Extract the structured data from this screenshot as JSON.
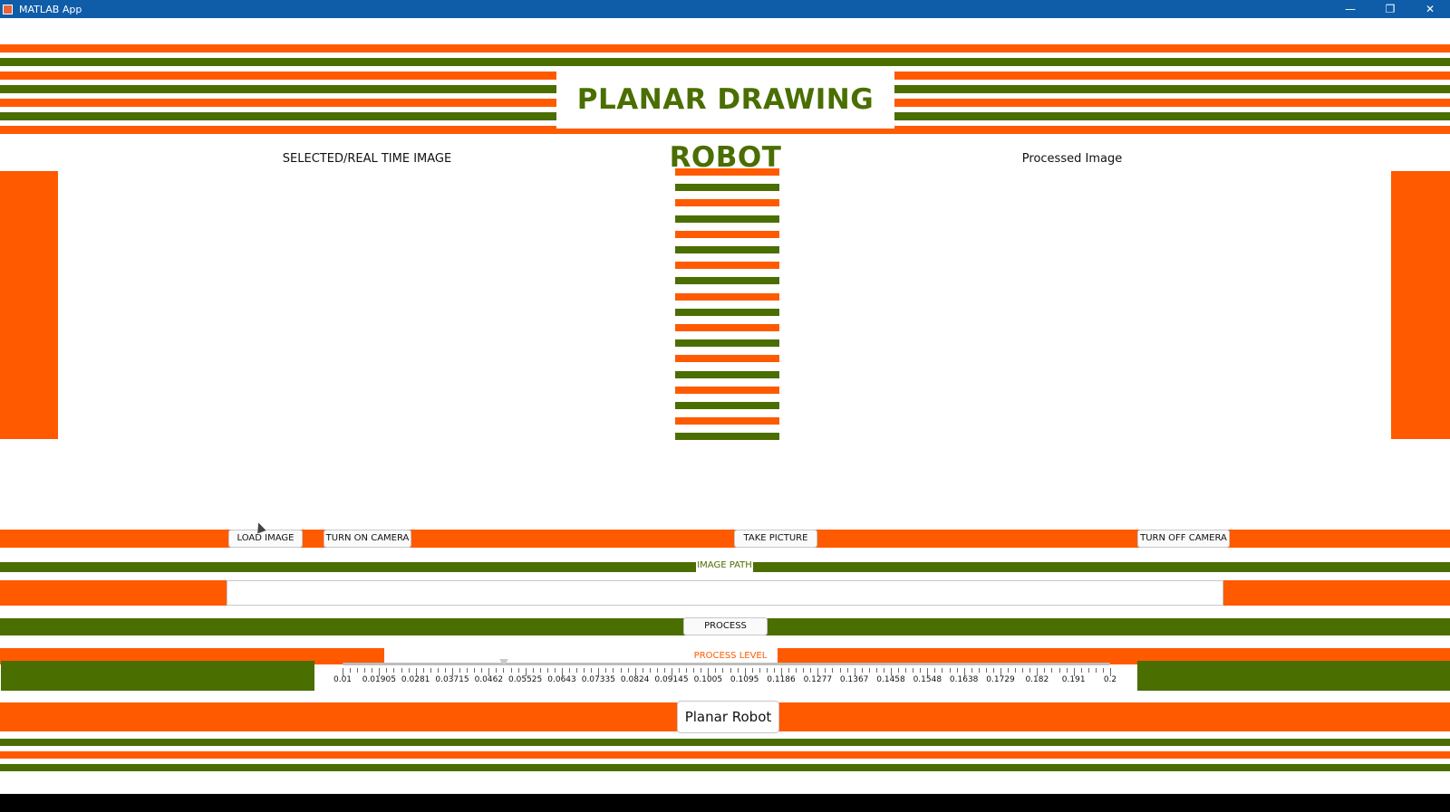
{
  "window": {
    "title": "MATLAB App",
    "controls": {
      "minimize": "—",
      "restore": "❐",
      "close": "✕"
    }
  },
  "header": {
    "title": "PLANAR DRAWING ROBOT"
  },
  "panels": {
    "left_label": "SELECTED/REAL TIME IMAGE",
    "right_label": "Processed Image"
  },
  "toolbar": {
    "load_image": "LOAD IMAGE",
    "turn_on_camera": "TURN ON CAMERA",
    "take_picture": "TAKE PICTURE",
    "turn_off_camera": "TURN OFF CAMERA"
  },
  "image_path": {
    "label": "IMAGE PATH",
    "value": "",
    "placeholder": ""
  },
  "process": {
    "button_label": "PROCESS"
  },
  "process_level": {
    "label": "PROCESS LEVEL",
    "min": 0.01,
    "max": 0.2,
    "value": 0.05,
    "tick_labels": [
      "0.01",
      "0.01905",
      "0.0281",
      "0.03715",
      "0.0462",
      "0.05525",
      "0.0643",
      "0.07335",
      "0.0824",
      "0.09145",
      "0.1005",
      "0.1095",
      "0.1186",
      "0.1277",
      "0.1367",
      "0.1458",
      "0.1548",
      "0.1638",
      "0.1729",
      "0.182",
      "0.191",
      "0.2"
    ]
  },
  "footer": {
    "planar_robot_button": "Planar Robot"
  },
  "colors": {
    "orange": "#ff5a00",
    "green": "#4a6e00",
    "titlebar": "#0f5ca8"
  }
}
